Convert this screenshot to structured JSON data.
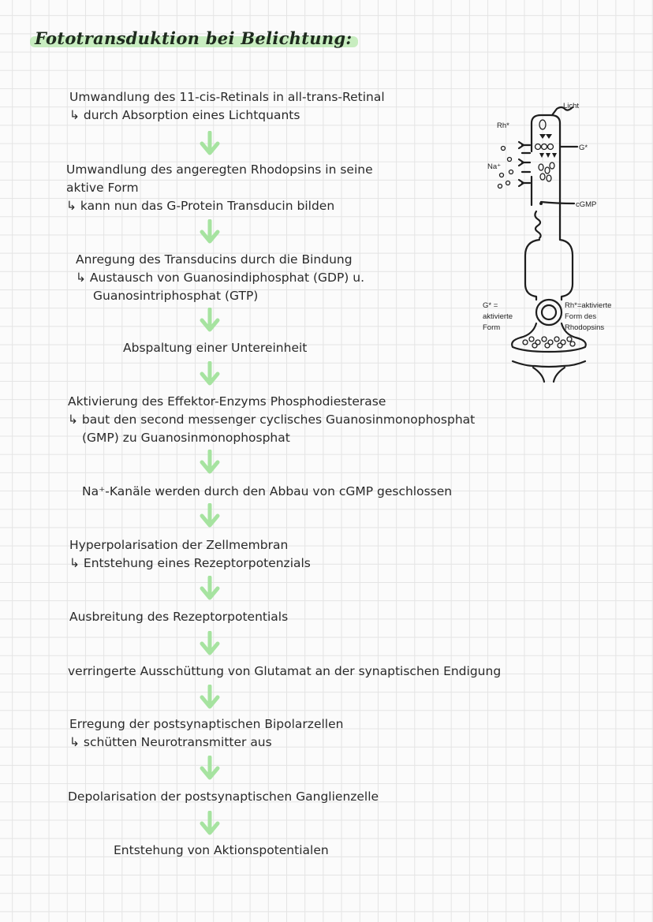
{
  "title": "Fototransduktion bei Belichtung:",
  "steps": [
    {
      "lines": [
        "Umwandlung des 11-cis-Retinals in all-trans-Retinal",
        "↳ durch Absorption eines Lichtquants"
      ]
    },
    {
      "lines": [
        "Umwandlung des angeregten Rhodopsins in seine",
        "aktive Form",
        "↳ kann nun das G-Protein Transducin bilden"
      ]
    },
    {
      "lines": [
        "Anregung des Transducins durch die Bindung",
        "↳ Austausch von Guanosindiphosphat (GDP) u.",
        "Guanosintriphosphat (GTP)"
      ]
    },
    {
      "lines": [
        "Abspaltung einer Untereinheit"
      ]
    },
    {
      "lines": [
        "Aktivierung des Effektor-Enzyms Phosphodiesterase",
        "↳ baut den second messenger cyclisches Guanosinmonophosphat",
        "(GMP) zu Guanosinmonophosphat"
      ]
    },
    {
      "lines": [
        "Na⁺-Kanäle werden durch den Abbau von cGMP geschlossen"
      ]
    },
    {
      "lines": [
        "Hyperpolarisation der Zellmembran",
        "↳ Entstehung eines Rezeptorpotenzials"
      ]
    },
    {
      "lines": [
        "Ausbreitung des Rezeptorpotentials"
      ]
    },
    {
      "lines": [
        "verringerte Ausschüttung von Glutamat an der synaptischen Endigung"
      ]
    },
    {
      "lines": [
        "Erregung der postsynaptischen Bipolarzellen",
        "↳ schütten Neurotransmitter aus"
      ]
    },
    {
      "lines": [
        "Depolarisation der postsynaptischen Ganglienzelle"
      ]
    },
    {
      "lines": [
        "Entstehung von Aktionspotentialen"
      ]
    }
  ],
  "figure": {
    "licht": "Licht",
    "rh_star": "Rh*",
    "g_star": "G*",
    "na": "Na⁺",
    "cgmp": "cGMP",
    "g_legend": [
      "G* =",
      "aktivierte",
      "Form"
    ],
    "rh_legend": [
      "Rh*=aktivierte",
      "Form des",
      "Rhodopsins"
    ]
  },
  "colors": {
    "arrow": "#a6e3a0",
    "highlight": "#9fe28f",
    "ink": "#2a2a2a"
  }
}
